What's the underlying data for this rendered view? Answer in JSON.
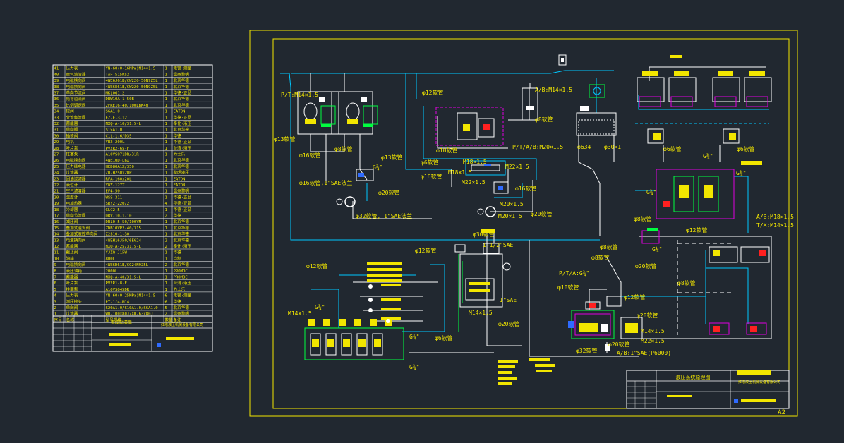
{
  "colors": {
    "background": "#212830",
    "frame": "#f2e600",
    "line": "#ffffff",
    "hydraulic": "#00c8ff",
    "pilot": "#00ff40",
    "magenta": "#e000e0",
    "text": "#f2e600",
    "red": "#ff2020"
  },
  "parts_table": {
    "rows": [
      [
        "41",
        "压力表",
        "YN-60(0-16MPa)M14×1.5",
        "1",
        "无锡·测量"
      ],
      [
        "40",
        "空气滤清器",
        "TAF-S15RS2",
        "1",
        "温州黎明"
      ],
      [
        "39",
        "电磁换向阀",
        "4WE6J61B/CW220-50N9Z5L",
        "1",
        "北京华德"
      ],
      [
        "38",
        "电磁换向阀",
        "4WE6E61B/CW220-50N9Z5L",
        "1",
        "北京华德"
      ],
      [
        "37",
        "单向节流阀",
        "MK10G1.2",
        "1",
        "华德·正品"
      ],
      [
        "36",
        "先导溢流阀",
        "DBW10A-1-50B",
        "1",
        "北京华德"
      ],
      [
        "35",
        "比例调速阀",
        "2FRE16-40/100LBK4M",
        "1",
        "北京华德"
      ],
      [
        "34",
        "梭阀",
        "S6A1.0",
        "1",
        "EATON"
      ],
      [
        "33",
        "分流集流阀",
        "FZ-F-3-12",
        "1",
        "华德·正品"
      ],
      [
        "32",
        "蓄能器",
        "NXQ-A-10/31.5-L",
        "1",
        "奉化·液压"
      ],
      [
        "31",
        "单向阀",
        "S15A1.0",
        "1",
        "北京华德"
      ],
      [
        "30",
        "插装阀",
        "C11-1.6/D35",
        "1",
        "华德"
      ],
      [
        "29",
        "电机",
        "YB2-200L",
        "1",
        "华德·正品"
      ],
      [
        "28",
        "叶片泵",
        "PV2R2-65-F",
        "1",
        "台湾·液压"
      ],
      [
        "27",
        "柱塞泵",
        "A10VSO71DR/31R",
        "1",
        "力士乐"
      ],
      [
        "26",
        "电磁换向阀",
        "4WE10D-L6X",
        "1",
        "北京华德"
      ],
      [
        "25",
        "压力继电器",
        "HED80A1X/350",
        "1",
        "北京华德"
      ],
      [
        "24",
        "过滤器",
        "ZU-H250x20P",
        "1",
        "黎明液压"
      ],
      [
        "23",
        "回油过滤器",
        "RFA-160x20L",
        "1",
        "EATON"
      ],
      [
        "22",
        "液位计",
        "YWZ-127T",
        "1",
        "EATON"
      ],
      [
        "21",
        "空气滤清器",
        "EF4-50",
        "1",
        "温州黎明"
      ],
      [
        "20",
        "温度计",
        "WSS-311",
        "1",
        "华德·正品"
      ],
      [
        "19",
        "电加热器",
        "SRY2-220/2",
        "4",
        "华德·正品"
      ],
      [
        "18",
        "冷却器",
        "GLC2-5",
        "1",
        "华德·正品"
      ],
      [
        "17",
        "单向节流阀",
        "DRV-10-1-10",
        "2",
        "华德"
      ],
      [
        "16",
        "减压阀",
        "DR10-5-50/100YM",
        "1",
        "北京华德"
      ],
      [
        "15",
        "叠加式溢流阀",
        "ZDB10VP2-40/315",
        "1",
        "北京华德"
      ],
      [
        "14",
        "叠加式液控单向阀",
        "Z2S10-1-30",
        "1",
        "北京华德"
      ],
      [
        "13",
        "电液换向阀",
        "4WEH16J50/6EG24",
        "2",
        "北京华德"
      ],
      [
        "12",
        "蓄能器",
        "NXQ-A-25/31.5-L",
        "2",
        "奉化·液压"
      ],
      [
        "11",
        "截止阀",
        "YJZQ-J15W",
        "1",
        "华德"
      ],
      [
        "10",
        "油箱",
        "800L",
        "1",
        "自制"
      ],
      [
        "9",
        "电磁换向阀",
        "4WE6D61B/CG24N9Z5L",
        "2",
        "北京华德"
      ],
      [
        "8",
        "液压油箱",
        "2000L",
        "1",
        "PROMOC"
      ],
      [
        "7",
        "蓄能器",
        "NXQ-A-40/31.5-L",
        "1",
        "PROMOC"
      ],
      [
        "6",
        "叶片泵",
        "PV2R1-8-F",
        "1",
        "台湾·液压"
      ],
      [
        "5",
        "柱塞泵",
        "A10VSO45DR",
        "1",
        "力士乐"
      ],
      [
        "4",
        "压力表",
        "YN-60(0-25MPa)M14×1.5",
        "6",
        "无锡·测量"
      ],
      [
        "3",
        "测压接头",
        "PT-1/4-M14",
        "6",
        "华德"
      ],
      [
        "2",
        "单向阀",
        "S20A1.0/S10A1.0/S6A1.0",
        "5",
        "北京华德"
      ],
      [
        "1",
        "过滤器",
        "WU-100x80J/XU-63x80J",
        "2",
        "温州黎明"
      ]
    ],
    "header": [
      "序号",
      "名称",
      "型号规格",
      "数量",
      "备注"
    ],
    "title_cell": "液压站清单",
    "company_cell": "红塔液压机械设备有限公司"
  },
  "drawing": {
    "sheet_size": "A2",
    "title_block": {
      "drawing_name": "液压系统原理图",
      "company": "红塔液压机械设备有限公司"
    },
    "labels": {
      "pt_m14": "P/T:M14×1.5",
      "ab_m14_top": "A/B:M14×1.5",
      "hose12_top": "φ12软管",
      "hose8_a": "φ8软管",
      "hose13_left": "φ13软管",
      "hose16_left": "φ16软管",
      "hose8_b": "φ8软管",
      "hose13_mid": "φ13软管",
      "g34_mid": "G¾\"",
      "hose16_sae": "φ16软管,1\"SAE法兰",
      "hose20_left": "φ20软管",
      "hose32_sae": "φ32软管, 1\"SAE法兰",
      "hose10_mid": "φ10软管",
      "ptab_m20": "P/T/A/B:M20×1.5",
      "hose6_top": "φ6软管",
      "hose16_mid": "φ16软管",
      "m18": "M18×1.5",
      "m22_top": "M22×1.5",
      "m18_b": "M18×1.5",
      "m22_b": "M22×1.5",
      "hose16_right": "φ16软管",
      "m20": "M20×1.5",
      "hose20_mid": "φ20软管",
      "hose10_b": "φ10软管",
      "hose6_c": "φ6软管",
      "phi634": "φ634",
      "phi30": "φ30×1",
      "hose6_right": "φ6软管",
      "hose6_right2": "φ6软管",
      "g34_right": "G¾\"",
      "g34_right2": "G¾\"",
      "g34_mid2": "G¾\"",
      "abm18": "A/B:M18×1.5",
      "tx_m14": "T/X:M14×1.5",
      "hose8_c": "φ8软管",
      "hose12_c": "φ12软管",
      "g14_right": "G¼\"",
      "hose20_c": "φ20软管",
      "hose8_d": "φ8软管",
      "hose8_e": "φ8软管",
      "pta_g34": "P/T/A:G¾\"",
      "hose10_c": "φ10软管",
      "hose12_d": "φ12软管",
      "m14_c": "M14×1.5",
      "m22_c": "M22×1.5",
      "hose20_d": "φ20软管",
      "ab_sae": "A/B:1\"SAE(P6000)",
      "hose32_c": "φ32软管",
      "hose20_e": "φ20软管",
      "sae_112": "1-1/2\"SAE",
      "sae_1": "1\"SAE",
      "hose12_e": "φ12软管",
      "m14_d": "M14×1.5",
      "m14_e": "M14×1.5",
      "hose8_f": "φ8软管",
      "hose30_e": "φ30软管",
      "g34_bottom": "G¾\"",
      "g34_bottom2": "G¾\"",
      "g34_b3": "G¾\"",
      "hose6_d": "φ6软管"
    }
  }
}
